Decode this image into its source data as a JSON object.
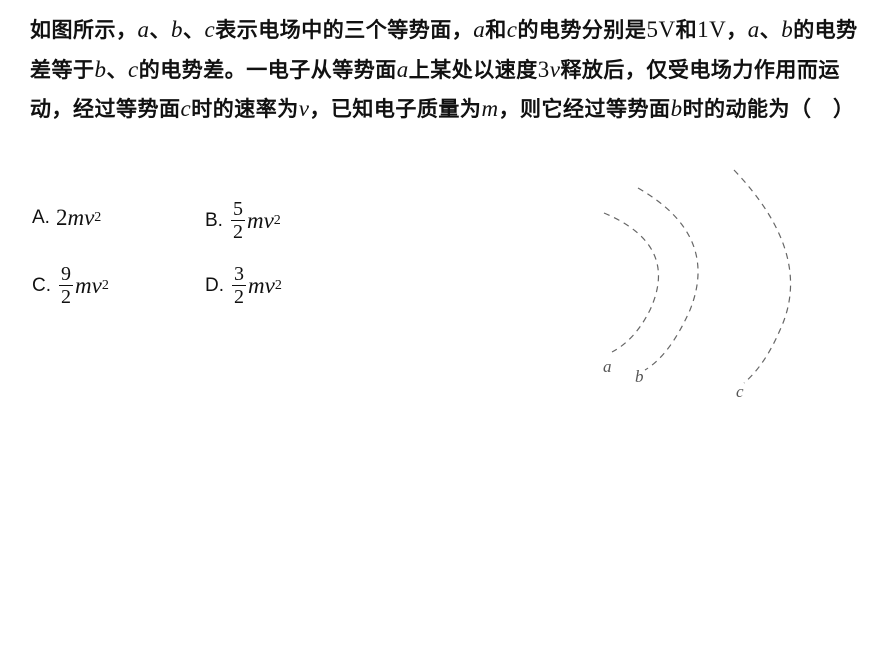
{
  "question": [
    {
      "t": "如图所示，"
    },
    {
      "t": "a",
      "i": true
    },
    {
      "t": "、"
    },
    {
      "t": "b",
      "i": true
    },
    {
      "t": "、"
    },
    {
      "t": "c",
      "i": true
    },
    {
      "t": "表示电场中的三个等势面，"
    },
    {
      "t": "a",
      "i": true
    },
    {
      "t": "和"
    },
    {
      "t": "c",
      "i": true
    },
    {
      "t": "的电势分别是"
    },
    {
      "t": "5V",
      "m": true
    },
    {
      "t": "和"
    },
    {
      "t": "1V",
      "m": true
    },
    {
      "t": "，"
    },
    {
      "t": "a",
      "i": true
    },
    {
      "t": "、"
    },
    {
      "t": "b",
      "i": true
    },
    {
      "t": "的电势差等于"
    },
    {
      "t": "b",
      "i": true
    },
    {
      "t": "、"
    },
    {
      "t": "c",
      "i": true
    },
    {
      "t": "的电势差。一电子从等势面"
    },
    {
      "t": "a",
      "i": true
    },
    {
      "t": "上某处以速度"
    },
    {
      "t": "3",
      "m": true
    },
    {
      "t": "v",
      "i": true
    },
    {
      "t": "释放后，仅受电场力作用而运动，经过等势面"
    },
    {
      "t": "c",
      "i": true
    },
    {
      "t": "时的速率为"
    },
    {
      "t": "v",
      "i": true
    },
    {
      "t": "，已知电子质量为"
    },
    {
      "t": "m",
      "i": true
    },
    {
      "t": "，则它经过等势面"
    },
    {
      "t": "b",
      "i": true
    },
    {
      "t": "时的动能为（　）"
    }
  ],
  "options": {
    "A": {
      "label": "A.",
      "coef": "2",
      "var": "mv",
      "exp": "2"
    },
    "B": {
      "label": "B.",
      "num": "5",
      "den": "2",
      "var": "mv",
      "exp": "2"
    },
    "C": {
      "label": "C.",
      "num": "9",
      "den": "2",
      "var": "mv",
      "exp": "2"
    },
    "D": {
      "label": "D.",
      "num": "3",
      "den": "2",
      "var": "mv",
      "exp": "2"
    }
  },
  "figure": {
    "labels": {
      "a": "a",
      "b": "b",
      "c": "c"
    }
  }
}
